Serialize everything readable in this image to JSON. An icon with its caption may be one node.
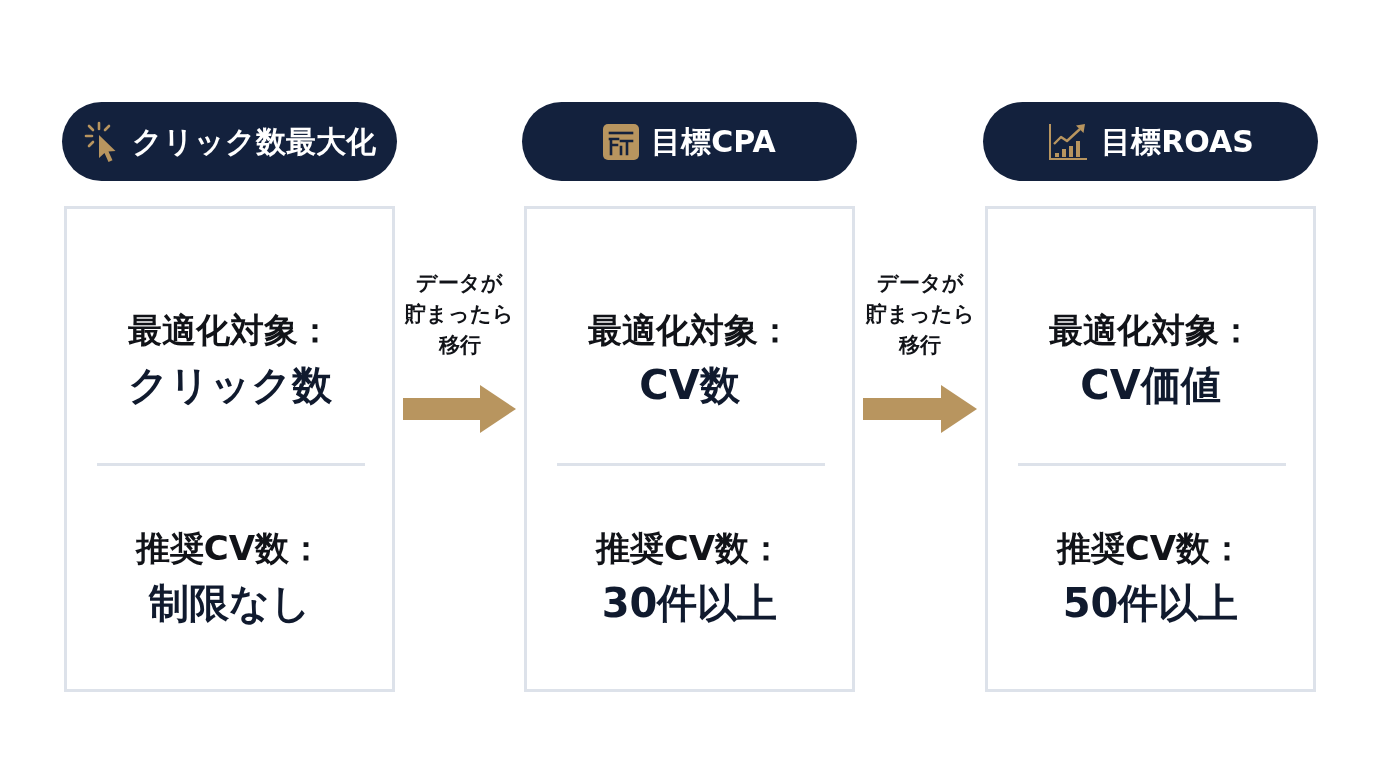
{
  "diagram": {
    "nodes": [
      {
        "text": [
          "クリック数最大化"
        ]
      },
      {
        "text": [
          "最適化対象：",
          "クリック数",
          "推奨CV数：",
          "制限なし"
        ]
      },
      {
        "text": [
          "目標CPA"
        ]
      },
      {
        "text": [
          "最適化対象：",
          "CV数",
          "推奨CV数：",
          "30件以上"
        ]
      },
      {
        "text": [
          "目標ROAS"
        ]
      },
      {
        "text": [
          "最適化対象：",
          "CV価値",
          "推奨CV数：",
          "50件以上"
        ]
      }
    ],
    "edges": [
      {
        "from": 1,
        "to": 3,
        "arrow": "to",
        "label": "データが貯まったら移行"
      },
      {
        "from": 3,
        "to": 5,
        "arrow": "to",
        "label": "データが貯まったら移行"
      }
    ]
  }
}
